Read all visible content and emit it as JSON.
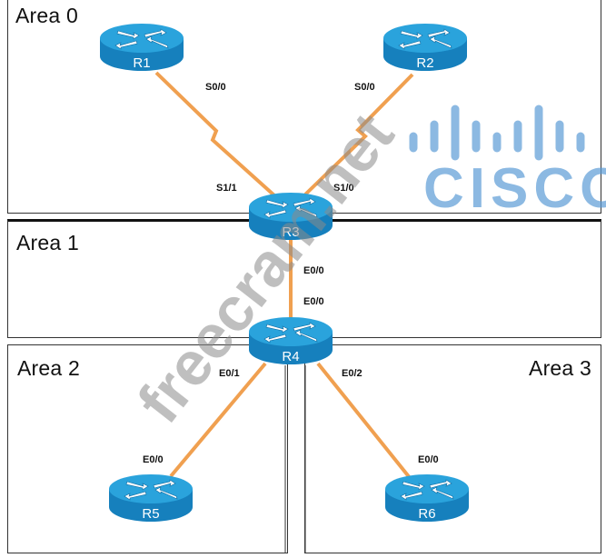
{
  "areas": [
    {
      "id": "area0",
      "title": "Area 0"
    },
    {
      "id": "area1",
      "title": "Area 1"
    },
    {
      "id": "area2",
      "title": "Area 2"
    },
    {
      "id": "area3",
      "title": "Area 3"
    }
  ],
  "routers": [
    {
      "id": "R1",
      "label": "R1",
      "area": "Area 0"
    },
    {
      "id": "R2",
      "label": "R2",
      "area": "Area 0"
    },
    {
      "id": "R3",
      "label": "R3",
      "area": "Area 0 / Area 1"
    },
    {
      "id": "R4",
      "label": "R4",
      "area": "Area 1 / Area 2 / Area 3"
    },
    {
      "id": "R5",
      "label": "R5",
      "area": "Area 2"
    },
    {
      "id": "R6",
      "label": "R6",
      "area": "Area 3"
    }
  ],
  "links": [
    {
      "from": "R1",
      "from_if": "S0/0",
      "to": "R3",
      "to_if": "S1/1",
      "type": "serial"
    },
    {
      "from": "R2",
      "from_if": "S0/0",
      "to": "R3",
      "to_if": "S1/0",
      "type": "serial"
    },
    {
      "from": "R3",
      "from_if": "E0/0",
      "to": "R4",
      "to_if": "E0/0",
      "type": "ethernet"
    },
    {
      "from": "R4",
      "from_if": "E0/1",
      "to": "R5",
      "to_if": "E0/0",
      "type": "ethernet"
    },
    {
      "from": "R4",
      "from_if": "E0/2",
      "to": "R6",
      "to_if": "E0/0",
      "type": "ethernet"
    }
  ],
  "labels": {
    "r1_s00": "S0/0",
    "r2_s00": "S0/0",
    "r3_s11": "S1/1",
    "r3_s10": "S1/0",
    "r3_e00": "E0/0",
    "r4_e00": "E0/0",
    "r4_e01": "E0/1",
    "r4_e02": "E0/2",
    "r5_e00": "E0/0",
    "r6_e00": "E0/0"
  },
  "logo": {
    "text": "CISCO",
    "color": "#5b9bd5"
  },
  "watermark": {
    "text": "freecram.net"
  },
  "colors": {
    "link": "#f0a050",
    "router_top": "#2aa3dc",
    "router_side": "#1680bd",
    "border": "#333333"
  }
}
